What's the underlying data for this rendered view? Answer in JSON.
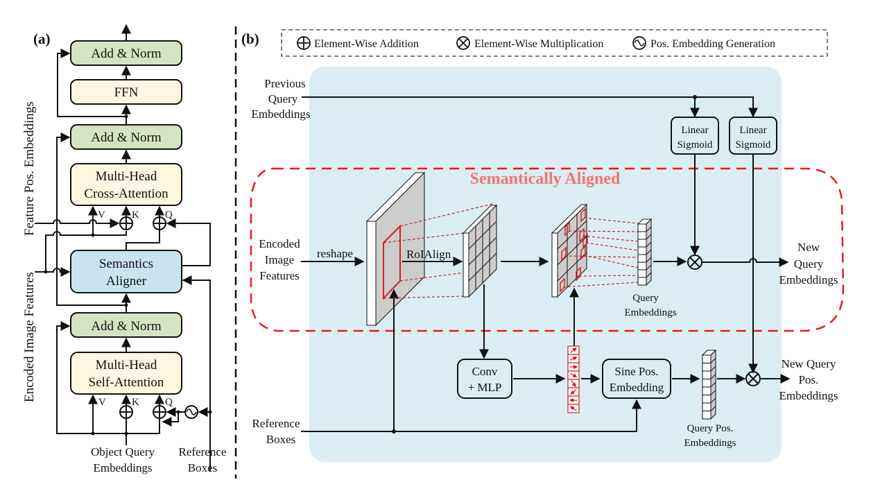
{
  "panel_a": {
    "tag": "(a)",
    "blocks": {
      "add_norm_top": "Add & Norm",
      "ffn": "FFN",
      "add_norm_mid": "Add & Norm",
      "cross_attention": [
        "Multi-Head",
        "Cross-Attention"
      ],
      "semantics_aligner": [
        "Semantics",
        "Aligner"
      ],
      "add_norm_bottom": "Add & Norm",
      "self_attention": [
        "Multi-Head",
        "Self-Attention"
      ]
    },
    "ports": {
      "v": "V",
      "k": "K",
      "q": "Q"
    },
    "side_labels": {
      "feature_pos": "Feature Pos. Embeddings",
      "encoded_features": "Encoded Image Features"
    },
    "inputs": {
      "object_query": [
        "Object Query",
        "Embeddings"
      ],
      "reference_boxes": [
        "Reference",
        "Boxes"
      ]
    }
  },
  "panel_b": {
    "tag": "(b)",
    "legend": [
      {
        "icon": "circle-plus-icon",
        "label": "Element-Wise Addition"
      },
      {
        "icon": "circle-times-icon",
        "label": "Element-Wise Multiplication"
      },
      {
        "icon": "sine-wave-icon",
        "label": "Pos. Embedding Generation"
      }
    ],
    "region_title": "Semantically Aligned",
    "inputs": {
      "previous_query": [
        "Previous",
        "Query",
        "Embeddings"
      ],
      "encoded_features": [
        "Encoded",
        "Image",
        "Features"
      ],
      "reference_boxes": [
        "Reference",
        "Boxes"
      ]
    },
    "ops": {
      "reshape": "reshape",
      "roialign": "RoIAlign",
      "linear_sigmoid_1": [
        "Linear",
        "Sigmoid"
      ],
      "linear_sigmoid_2": [
        "Linear",
        "Sigmoid"
      ],
      "conv_mlp": [
        "Conv",
        "+ MLP"
      ],
      "sine_pos": [
        "Sine Pos.",
        "Embedding"
      ]
    },
    "labels": {
      "query_embeddings": [
        "Query",
        "Embeddings"
      ],
      "query_pos_embeddings": [
        "Query Pos.",
        "Embeddings"
      ]
    },
    "outputs": {
      "new_query": [
        "New",
        "Query",
        "Embeddings"
      ],
      "new_query_pos": [
        "New Query",
        "Pos.",
        "Embeddings"
      ]
    }
  },
  "colors": {
    "green_block": "#d5e3c4",
    "yellow_block": "#fdf6e1",
    "blue_block": "#c9e4ee",
    "panel_bg": "#dbedf3",
    "red_accent": "#e8191b",
    "title_red": "#f27474",
    "feature_gray": "#cccccc"
  }
}
